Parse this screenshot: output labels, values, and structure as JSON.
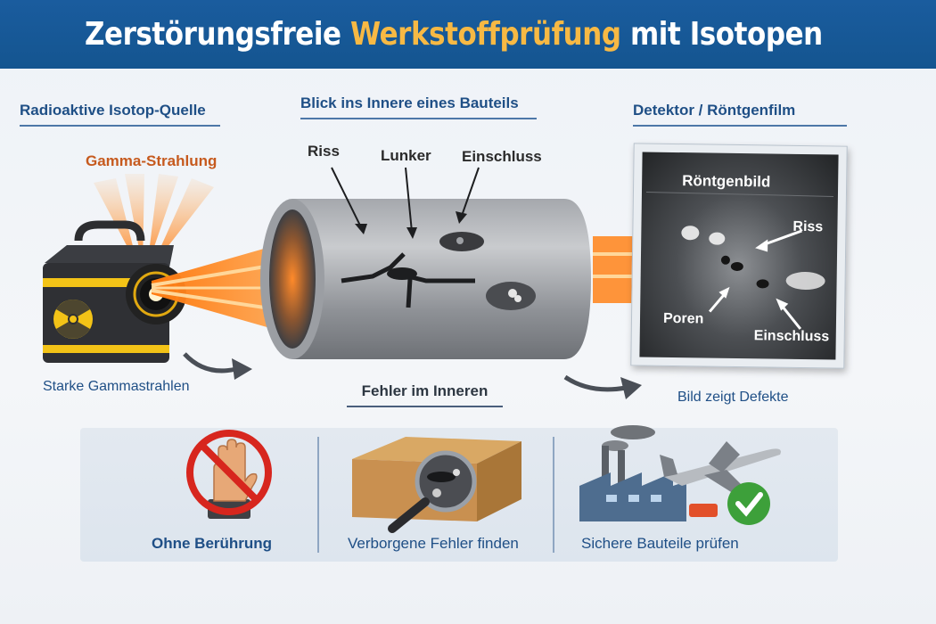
{
  "header": {
    "title_part1": "Zerstörungsfreie ",
    "title_highlight": "Werkstoffprüfung",
    "title_part2": " mit Isotopen",
    "background_color": "#1a5c9e",
    "highlight_color": "#f7b944"
  },
  "source_section": {
    "heading": "Radioaktive Isotop-Quelle",
    "radiation_label": "Gamma-Strahlung",
    "caption": "Starke Gammastrahlen",
    "icons": [
      "radiation-icon",
      "isotope-container-icon"
    ]
  },
  "component_section": {
    "heading": "Blick ins Innere eines Bauteils",
    "defect_labels": [
      "Riss",
      "Lunker",
      "Einschluss"
    ],
    "caption": "Fehler im Inneren"
  },
  "detector_section": {
    "heading": "Detektor / Röntgenfilm",
    "film_title": "Röntgenbild",
    "film_labels": [
      "Riss",
      "Poren",
      "Einschluss"
    ],
    "caption": "Bild zeigt Defekte"
  },
  "benefits": [
    {
      "label": "Ohne Berührung",
      "icon": "no-touch-hand-icon"
    },
    {
      "label": "Verborgene Fehler finden",
      "icon": "magnifier-box-icon"
    },
    {
      "label": "Sichere Bauteile prüfen",
      "icon": "factory-airplane-check-icon"
    }
  ]
}
